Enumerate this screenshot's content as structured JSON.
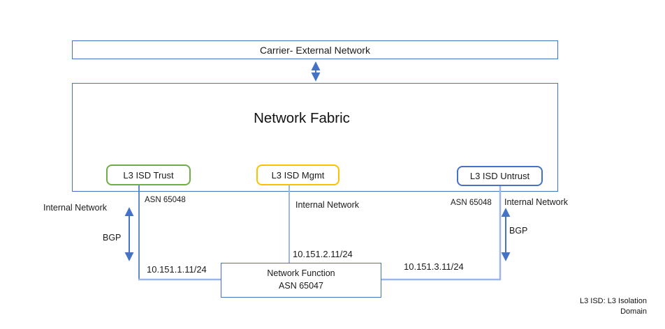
{
  "carrier_box": {
    "label": "Carrier- External Network"
  },
  "fabric_box": {
    "label": "Network Fabric"
  },
  "isd_boxes": [
    {
      "id": "trust",
      "label": "L3 ISD Trust",
      "border_color": "#70AD47"
    },
    {
      "id": "mgmt",
      "label": "L3 ISD Mgmt",
      "border_color": "#FFC000"
    },
    {
      "id": "untrust",
      "label": "L3 ISD Untrust",
      "border_color": "#4472C4"
    }
  ],
  "network_function_box": {
    "name": "Network Function",
    "asn": "ASN 65047"
  },
  "trust_branch": {
    "asn": "ASN 65048",
    "internal_network": "Internal Network",
    "bgp": "BGP",
    "ip": "10.151.1.11/24"
  },
  "mgmt_branch": {
    "internal_network": "Internal Network",
    "ip": "10.151.2.11/24"
  },
  "untrust_branch": {
    "asn": "ASN 65048",
    "internal_network": "Internal Network",
    "bgp": "BGP",
    "ip": "10.151.3.11/24"
  },
  "legend": {
    "line1": "L3 ISD: L3 Isolation",
    "line2": "Domain"
  },
  "colors": {
    "primary_blue": "#4472C4",
    "connector_light": "#9DB6E4",
    "connector_medium": "#6288CC",
    "trust_green": "#70AD47",
    "mgmt_gold": "#FFC000",
    "untrust_blue": "#4472C4",
    "text": "#1a1a1a"
  }
}
